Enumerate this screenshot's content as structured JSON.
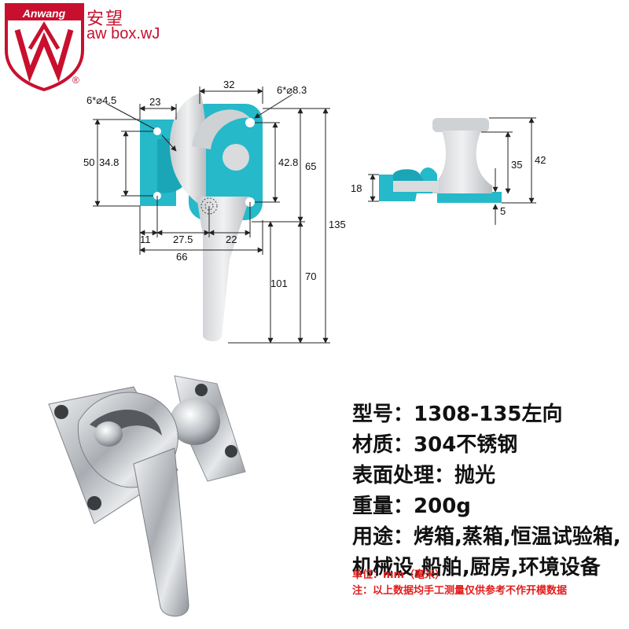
{
  "brand": {
    "logo_text": "Anwang",
    "name_cn": "安望",
    "name_en": "aw box.wJ",
    "registered": "®",
    "colors": {
      "logo_red": "#c8102e",
      "teal": "#25b9c9",
      "steel": "#d4d7da"
    }
  },
  "drawing": {
    "front_dims": {
      "hole_small": "6*⌀4.5",
      "hole_large": "6*⌀8.3",
      "w_23": "23",
      "w_32": "32",
      "h_50": "50",
      "h_34_8": "34.8",
      "h_42_8": "42.8",
      "h_65": "65",
      "h_135": "135",
      "w_11": "11",
      "w_27_5": "27.5",
      "w_22": "22",
      "w_66": "66",
      "h_101": "101",
      "h_70": "70"
    },
    "side_dims": {
      "h_18": "18",
      "h_35": "35",
      "h_42": "42",
      "h_5": "5"
    }
  },
  "specs": [
    {
      "label": "型号",
      "value": "1308-135左向"
    },
    {
      "label": "材质",
      "value": "304不锈钢"
    },
    {
      "label": "表面处理",
      "value": "抛光"
    },
    {
      "label": "重量",
      "value": "200g"
    },
    {
      "label": "用途",
      "value": "烤箱,蒸箱,恒温试验箱,"
    },
    {
      "label": "",
      "value": "机械设,船舶,厨房,环境设备"
    }
  ],
  "notes": {
    "unit": "单位：mm（毫米）",
    "disclaimer": "注：以上数据均手工测量仅供参考不作开模数据"
  }
}
